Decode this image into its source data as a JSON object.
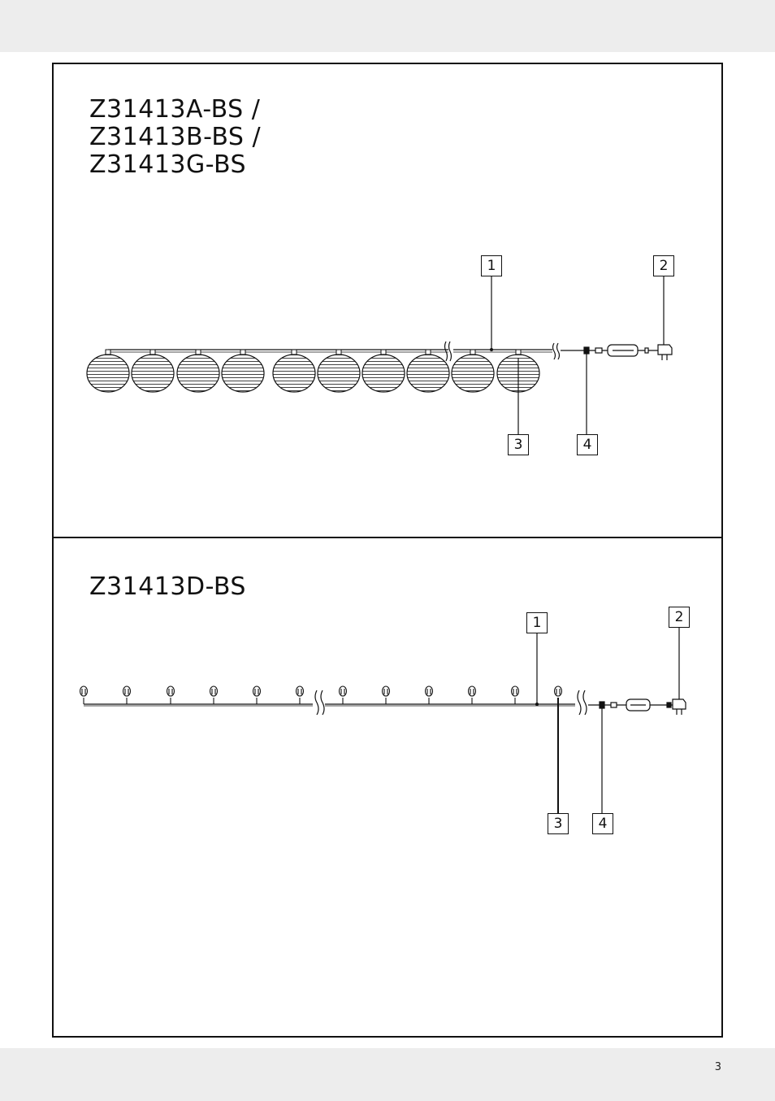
{
  "diagram_top": {
    "models": [
      "Z31413A-BS /",
      "Z31413B-BS /",
      "Z31413G-BS"
    ],
    "callouts": [
      "1",
      "2",
      "3",
      "4"
    ]
  },
  "diagram_bottom": {
    "model": "Z31413D-BS",
    "callouts": [
      "1",
      "2",
      "3",
      "4"
    ]
  },
  "page_number": "3"
}
